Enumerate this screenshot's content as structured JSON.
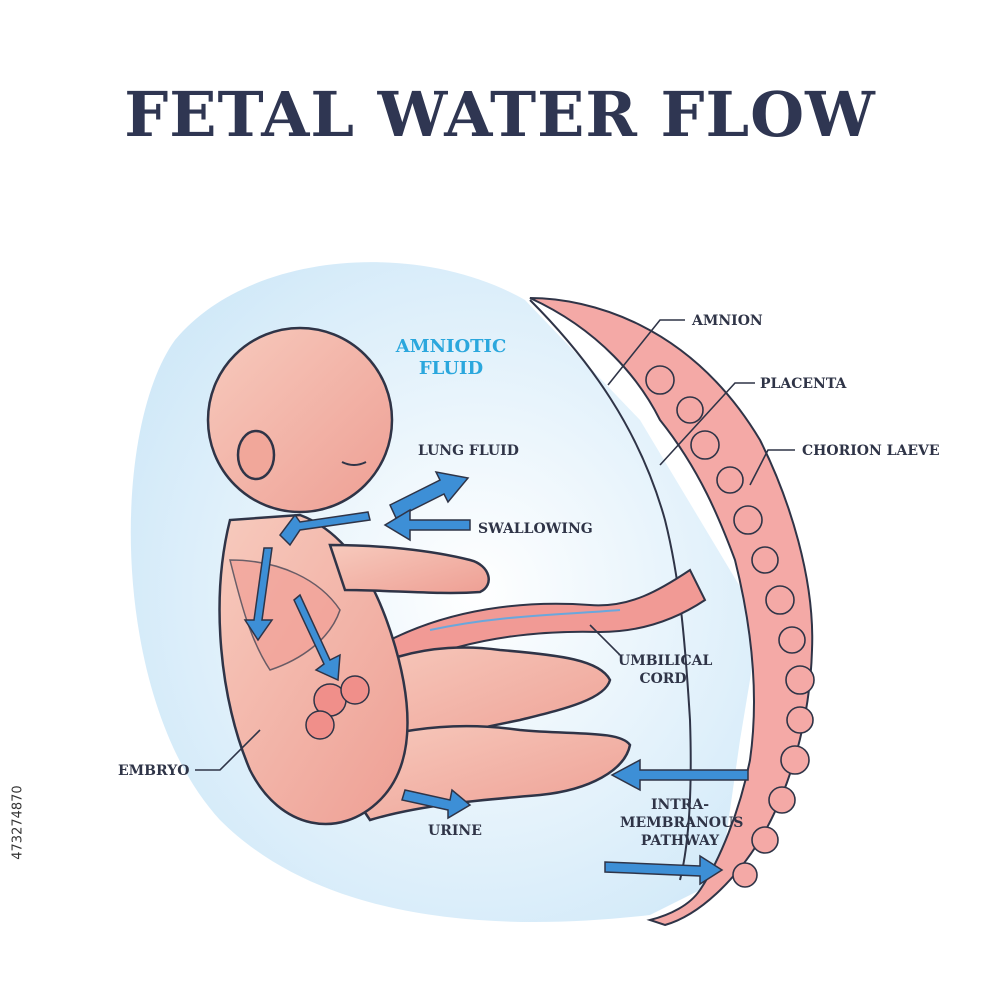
{
  "title": "FETAL WATER FLOW",
  "labels": {
    "amniotic_fluid_line1": "AMNIOTIC",
    "amniotic_fluid_line2": "FLUID",
    "lung_fluid": "LUNG FLUID",
    "swallowing": "SWALLOWING",
    "amnion": "AMNION",
    "placenta": "PLACENTA",
    "chorion_laeve": "CHORION LAEVE",
    "umbilical_cord_line1": "UMBILICAL",
    "umbilical_cord_line2": "CORD",
    "embryo": "EMBRYO",
    "urine": "URINE",
    "intramembranous_line1": "INTRA-",
    "intramembranous_line2": "MEMBRANOUS",
    "intramembranous_line3": "PATHWAY"
  },
  "stock_id": "473274870",
  "colors": {
    "title": "#2f3652",
    "arrow_blue": "#3d8fd6",
    "fluid_blue": "#d9eefa",
    "skin": "#f3b9ac",
    "placenta_pink": "#f4a9a6",
    "label_blue": "#2ba7dd"
  }
}
